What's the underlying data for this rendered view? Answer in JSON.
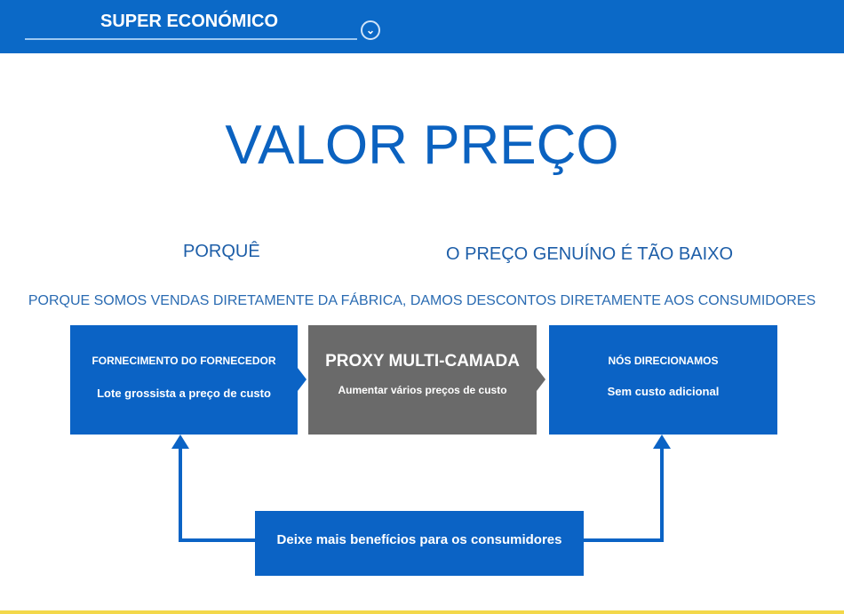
{
  "header": {
    "title": "SUPER ECONÓMICO",
    "dropdown_icon": "chevron-down-circle-icon"
  },
  "main": {
    "title": "VALOR PREÇO",
    "why_label": "PORQUÊ",
    "claim": "O PREÇO GENUÍNO É TÃO BAIXO",
    "explanation": "PORQUE SOMOS VENDAS DIRETAMENTE DA FÁBRICA, DAMOS DESCONTOS DIRETAMENTE AOS CONSUMIDORES",
    "boxes": [
      {
        "heading": "FORNECIMENTO DO FORNECEDOR",
        "text": "Lote grossista a preço de custo"
      },
      {
        "heading": "PROXY MULTI-CAMADA",
        "text": "Aumentar vários preços de custo"
      },
      {
        "heading": "NÓS DIRECIONAMOS",
        "text": "Sem custo adicional"
      }
    ],
    "bottom": "Deixe mais benefícios para os consumidores"
  },
  "colors": {
    "brand": "#0b63c5",
    "gray": "#6a6a6a",
    "accent": "#f3d84a"
  }
}
